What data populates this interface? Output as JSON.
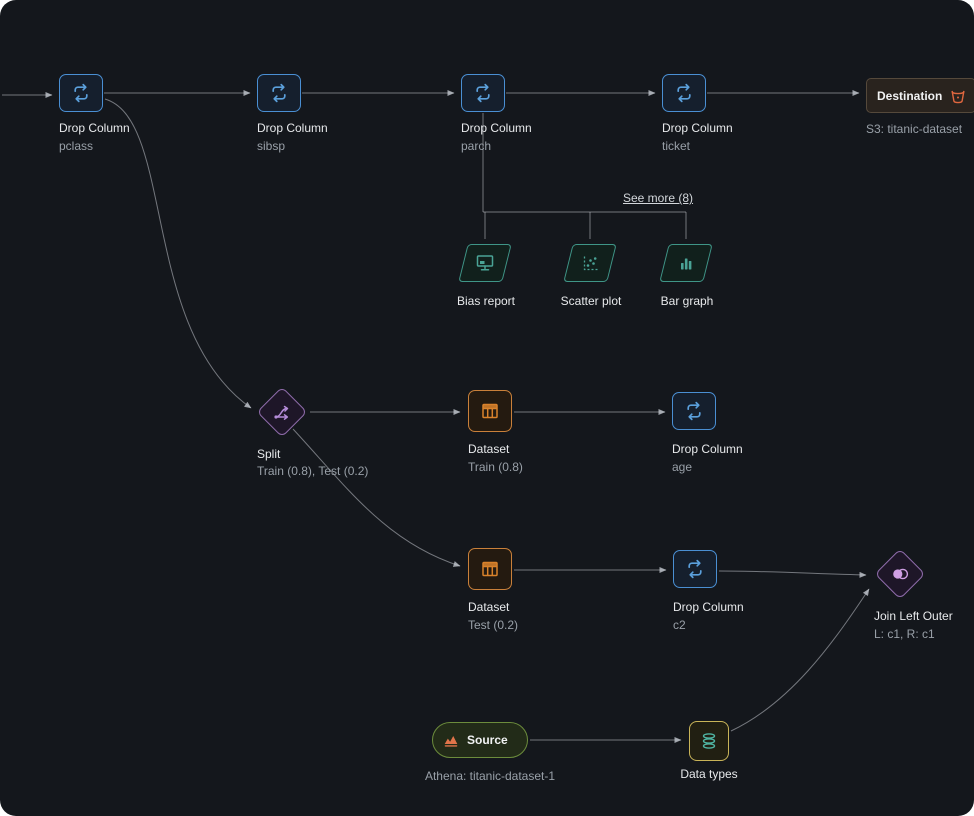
{
  "colors": {
    "background": "#14171c",
    "edge": "#c2c7ce",
    "transform_blue": "#4a8fd3",
    "dataset_orange": "#c9803a",
    "split_join_purple": "#9a77b8",
    "analysis_teal": "#3f9587",
    "data_types_yellow": "#c9b458",
    "source_green": "#6c8c3c",
    "s3_orange": "#e0673f"
  },
  "nodes": {
    "drop_pclass": {
      "title": "Drop Column",
      "subtitle": "pclass"
    },
    "drop_sibsp": {
      "title": "Drop Column",
      "subtitle": "sibsp"
    },
    "drop_parch": {
      "title": "Drop Column",
      "subtitle": "parch"
    },
    "drop_ticket": {
      "title": "Drop Column",
      "subtitle": "ticket"
    },
    "destination": {
      "title": "Destination",
      "subtitle": "S3: titanic-dataset"
    },
    "see_more": {
      "label": "See more (8)"
    },
    "bias_report": {
      "label": "Bias report"
    },
    "scatter_plot": {
      "label": "Scatter plot"
    },
    "bar_graph": {
      "label": "Bar graph"
    },
    "split": {
      "title": "Split",
      "subtitle": "Train (0.8), Test (0.2)"
    },
    "dataset_train": {
      "title": "Dataset",
      "subtitle": "Train (0.8)"
    },
    "drop_age": {
      "title": "Drop Column",
      "subtitle": "age"
    },
    "dataset_test": {
      "title": "Dataset",
      "subtitle": "Test (0.2)"
    },
    "drop_c2": {
      "title": "Drop Column",
      "subtitle": "c2"
    },
    "join": {
      "title": "Join Left Outer",
      "subtitle": "L: c1, R: c1"
    },
    "source": {
      "title": "Source",
      "subtitle": "Athena: titanic-dataset-1"
    },
    "data_types": {
      "label": "Data types"
    }
  }
}
